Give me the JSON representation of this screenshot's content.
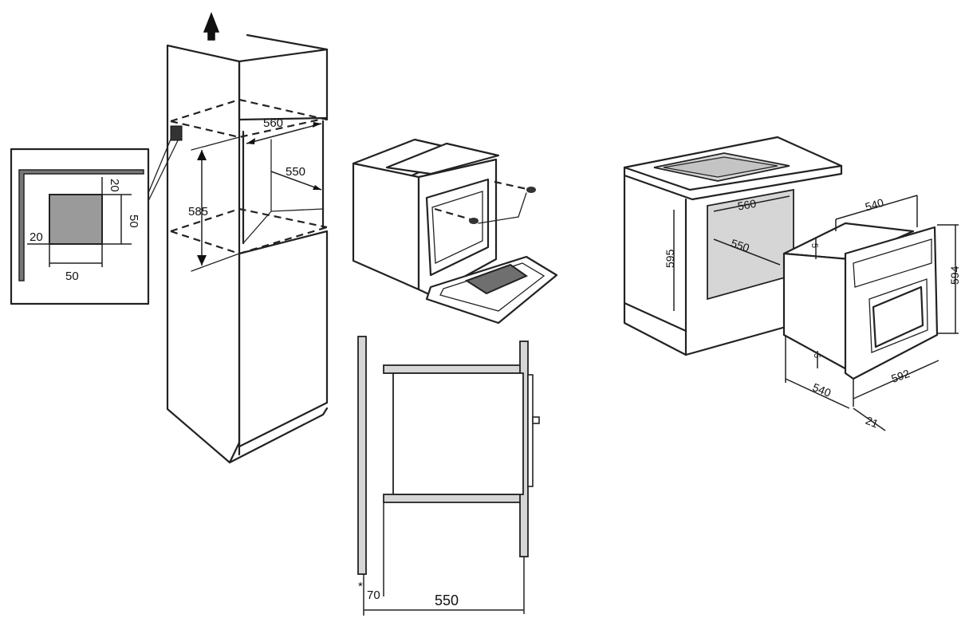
{
  "inset": {
    "top_offset": "20",
    "side_size": "50",
    "left_offset": "20",
    "bottom_size": "50"
  },
  "tall_cabinet": {
    "width": "560",
    "depth": "550",
    "height": "585"
  },
  "side_section": {
    "gap": "70",
    "depth": "550",
    "marker": "*"
  },
  "under_counter": {
    "width": "560",
    "depth": "550",
    "height": "595",
    "oven_depth": "540",
    "oven_height": "594",
    "oven_width": "592",
    "bottom_depth": "540",
    "front_depth": "21",
    "gap_top": "5",
    "gap_side": "5"
  }
}
